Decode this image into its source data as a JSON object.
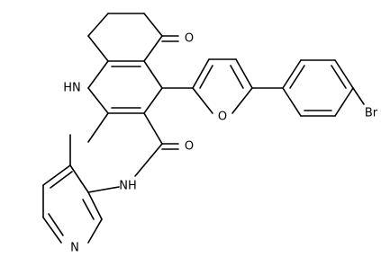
{
  "molecule": {
    "atoms": {
      "oxygen_ketone": "O",
      "nh_ring": "HN",
      "oxygen_furan": "O",
      "oxygen_amide": "O",
      "nh_amide": "NH",
      "nitrogen_pyridine": "N",
      "bromine": "Br"
    }
  },
  "colors": {
    "bond": "#000000",
    "text": "#000000",
    "background": "#ffffff"
  }
}
